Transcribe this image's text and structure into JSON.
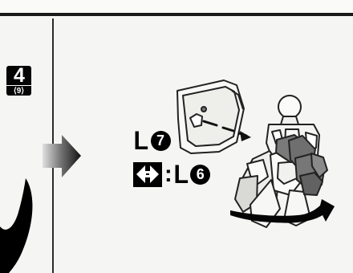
{
  "step": {
    "number": "4",
    "sub": "⟨9⟩"
  },
  "callout": {
    "line1_letter": "L",
    "line1_number": "7",
    "line2_colon": ":",
    "line2_letter": "L",
    "line2_number": "6"
  },
  "icons": {
    "step_marker": "step-number-box",
    "swap": "swap-arrows-icon",
    "flow": "right-arrow-icon",
    "rotate": "rotation-arrow-icon"
  },
  "colors": {
    "ink": "#000000",
    "paper": "#f5f5f3",
    "gray_part": "#777777",
    "light_part": "#d9d9d6"
  }
}
